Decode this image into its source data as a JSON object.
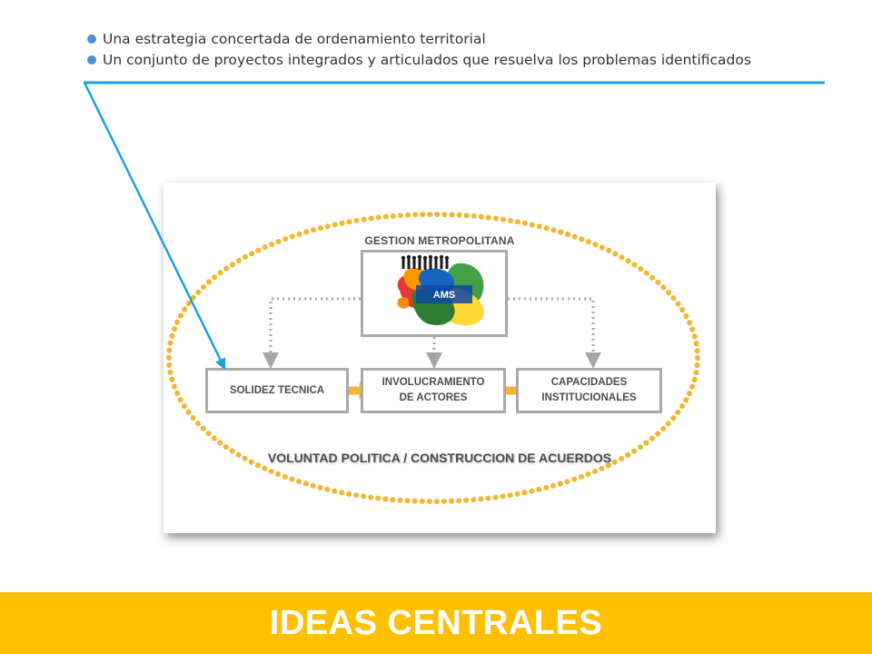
{
  "bullets": [
    "Una estrategia concertada de ordenamiento territorial",
    "Un conjunto de proyectos integrados y articulados que resuelva los problemas identificados"
  ],
  "diagram": {
    "title": "GESTION METROPOLITANA",
    "logo_label": "AMS",
    "boxes": {
      "left": [
        "SOLIDEZ TECNICA"
      ],
      "middle": [
        "INVOLUCRAMIENTO",
        "DE ACTORES"
      ],
      "right": [
        "CAPACIDADES",
        "INSTITUCIONALES"
      ]
    },
    "footer": "VOLUNTAD POLITICA / CONSTRUCCION DE ACUERDOS"
  },
  "banner": {
    "title": "IDEAS CENTRALES"
  },
  "colors": {
    "accent_blue": "#1ba1e2",
    "bullet_dot": "#4f8fd6",
    "banner_yellow": "#ffc000",
    "ellipse_dots": "#f2b632",
    "box_border": "#a9a9a9",
    "dashed_arrow": "#a6a6a6"
  }
}
